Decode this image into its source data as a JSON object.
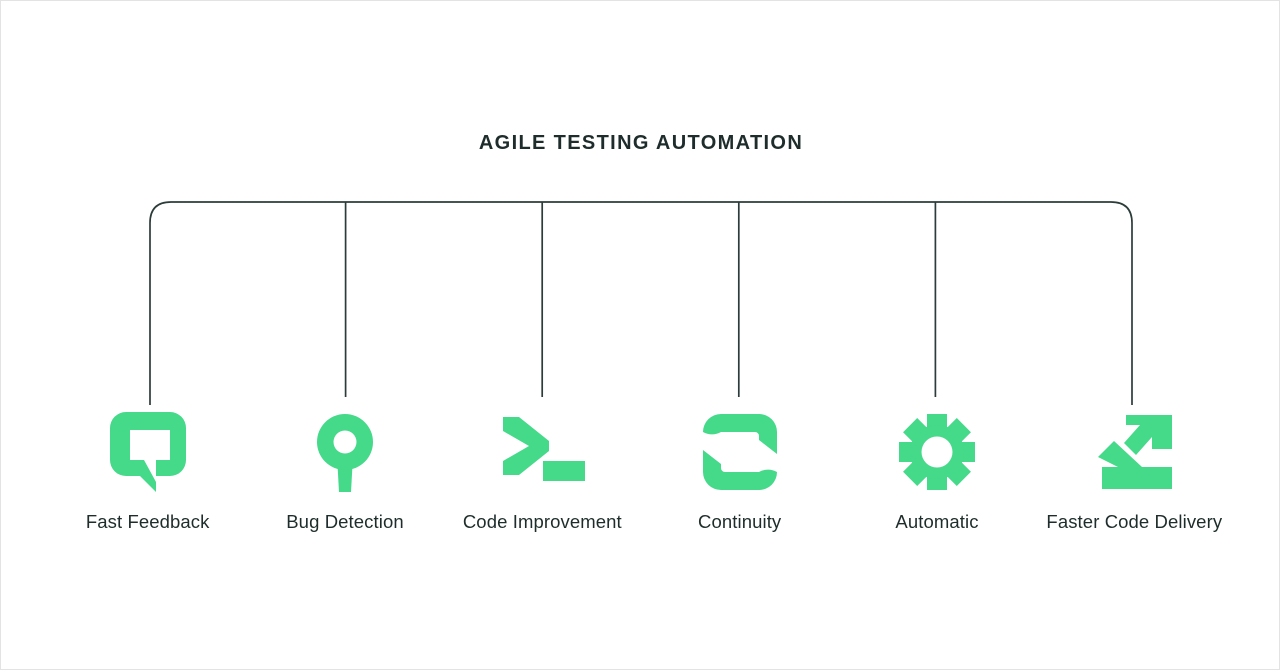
{
  "title": "AGILE TESTING AUTOMATION",
  "colors": {
    "accent_green": "#45d98a",
    "text_dark": "#1e2d2b",
    "bracket_stroke": "#2c3c3a",
    "canvas": "#ffffff",
    "page_border": "#e3e3e3"
  },
  "diagram": {
    "type": "bracket-breakdown",
    "segments": 5,
    "divider_count": 4
  },
  "items": [
    {
      "label": "Fast Feedback",
      "icon": "chat-bubble-icon"
    },
    {
      "label": "Bug Detection",
      "icon": "map-pin-icon"
    },
    {
      "label": "Code Improvement",
      "icon": "terminal-prompt-icon"
    },
    {
      "label": "Continuity",
      "icon": "refresh-loop-icon"
    },
    {
      "label": "Automatic",
      "icon": "gear-icon"
    },
    {
      "label": "Faster Code Delivery",
      "icon": "growth-chart-icon"
    }
  ]
}
